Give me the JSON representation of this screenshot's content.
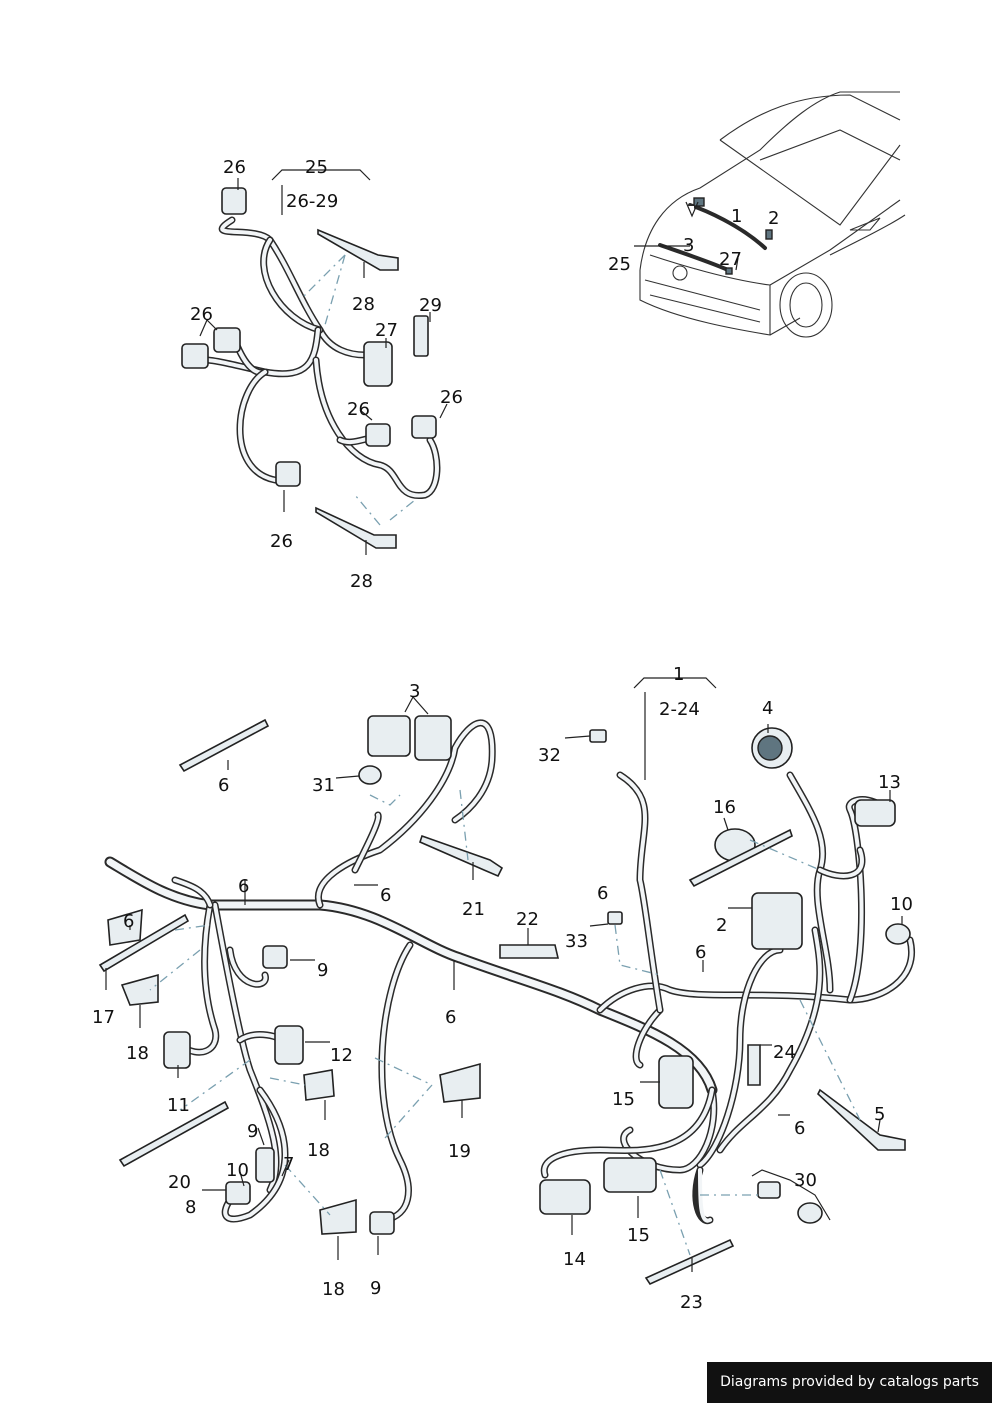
{
  "labels": {
    "l26a": "26",
    "l25": "25",
    "l2629": "26-29",
    "l26b": "26",
    "l28a": "28",
    "l29": "29",
    "l27": "27",
    "l26c": "26",
    "l26d": "26",
    "l26e": "26",
    "l28b": "28",
    "car_25": "25",
    "car_3": "3",
    "car_27": "27",
    "car_1": "1",
    "car_2": "2",
    "m3": "3",
    "m1": "1",
    "m224": "2-24",
    "m4": "4",
    "m13": "13",
    "m32": "32",
    "m6a": "6",
    "m31": "31",
    "m16": "16",
    "m6b": "6",
    "m6c": "6",
    "m21": "21",
    "m6d": "6",
    "m10a": "10",
    "m2": "2",
    "m6e": "6",
    "m22": "22",
    "m33": "33",
    "m6f": "6",
    "m6g": "6",
    "m9a": "9",
    "m17": "17",
    "m18a": "18",
    "m12": "12",
    "m24": "24",
    "m11": "11",
    "m15a": "15",
    "m5": "5",
    "m6h": "6",
    "m18b": "18",
    "m19": "19",
    "m9b": "9",
    "m7": "7",
    "m10b": "10",
    "m20": "20",
    "m8": "8",
    "m30": "30",
    "m15b": "15",
    "m14": "14",
    "m18c": "18",
    "m9c": "9",
    "m23": "23"
  },
  "footer": {
    "text": "Diagrams provided by catalogs parts"
  }
}
